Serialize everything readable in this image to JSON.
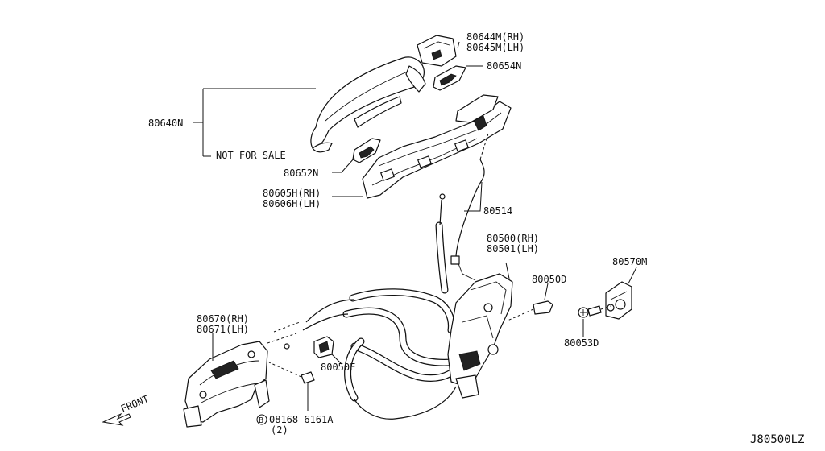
{
  "labels": {
    "p80644m": "80644M(RH)",
    "p80645m": "80645M(LH)",
    "p80654n": "80654N",
    "p80640n": "80640N",
    "not_for_sale": "NOT FOR SALE",
    "p80652n": "80652N",
    "p80605h": "80605H(RH)",
    "p80606h": "80606H(LH)",
    "p80514": "80514",
    "p80500": "80500(RH)",
    "p80501": "80501(LH)",
    "p80050d": "80050D",
    "p80570m": "80570M",
    "p80053d": "80053D",
    "p80670": "80670(RH)",
    "p80671": "80671(LH)",
    "p80050e": "80050E",
    "bolt_marker": "B",
    "bolt_code": "08168-6161A",
    "bolt_qty": "(2)",
    "front": "FRONT",
    "diagram_id": "J80500LZ"
  },
  "icons": {
    "front_arrow": "front-arrow-icon",
    "bolt_marker": "circled-b-icon"
  }
}
